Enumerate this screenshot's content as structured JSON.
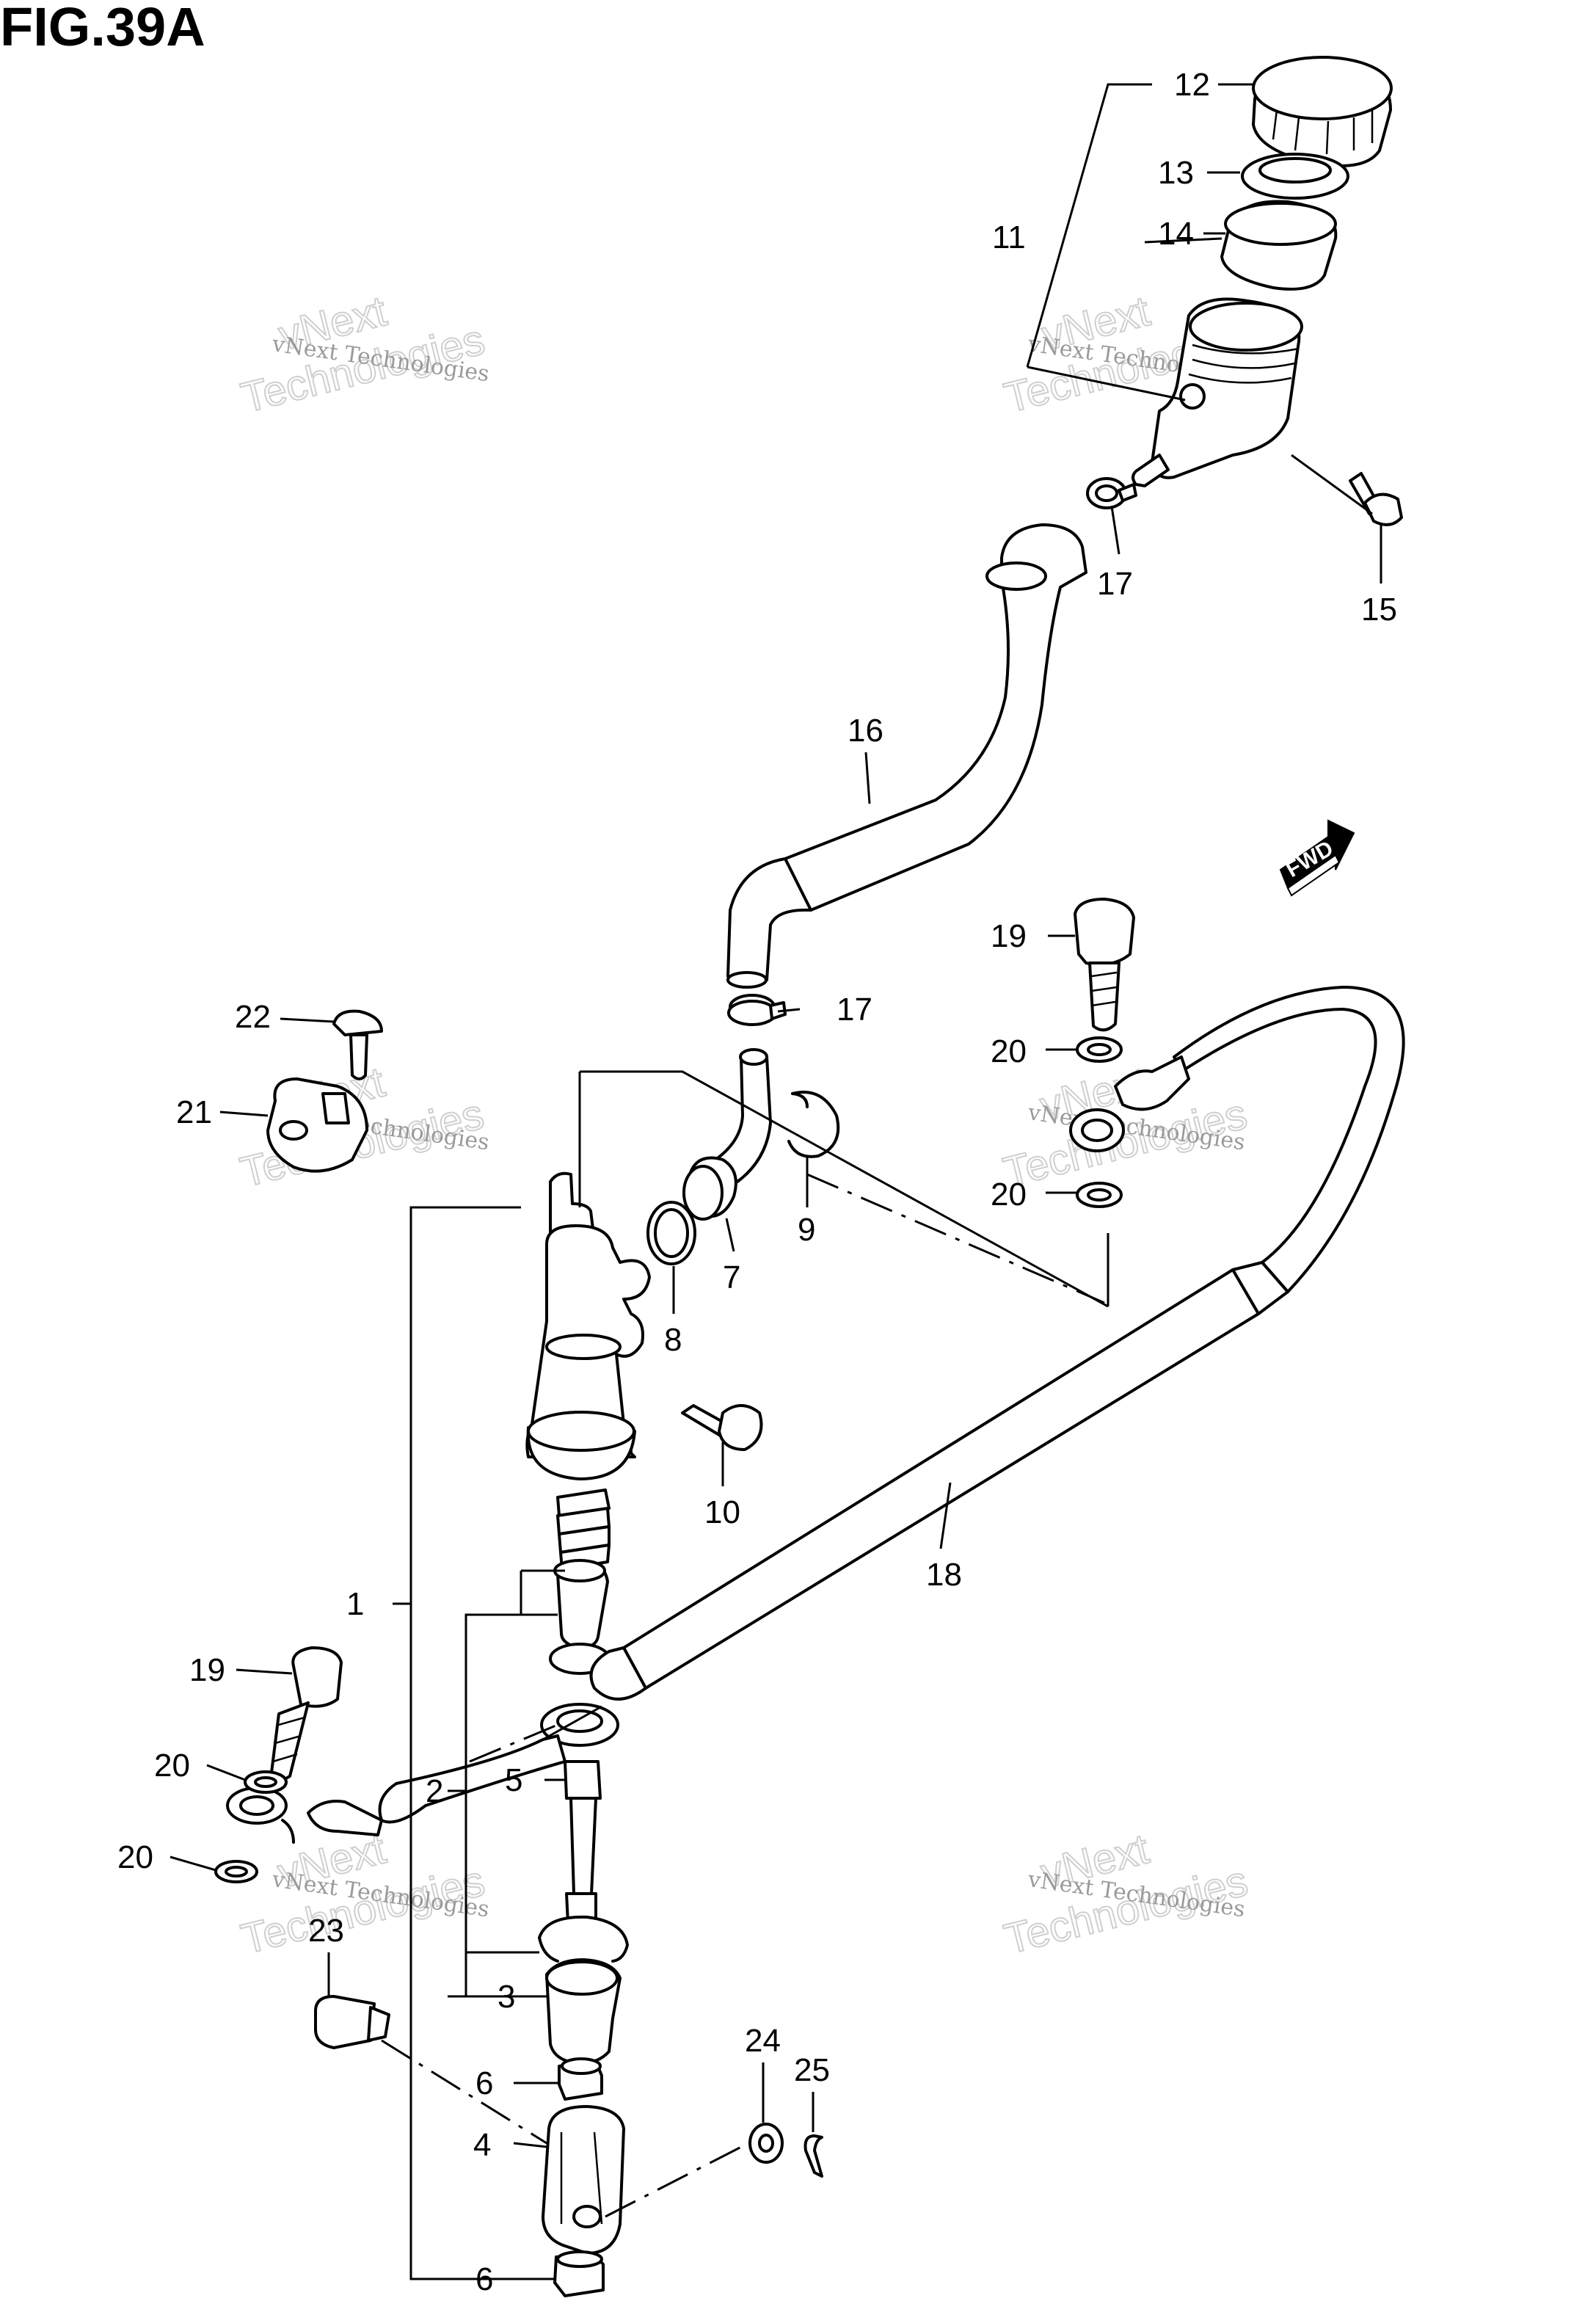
{
  "figure": {
    "title": "FIG.39A",
    "direction_badge": "FWD"
  },
  "watermark": {
    "line1": "vNext Technologies",
    "line2": "vNext",
    "line3": "Technologies"
  },
  "callouts": {
    "p1": "1",
    "p2": "2",
    "p3": "3",
    "p4": "4",
    "p5": "5",
    "p6a": "6",
    "p6b": "6",
    "p7": "7",
    "p8": "8",
    "p9": "9",
    "p10": "10",
    "p11": "11",
    "p12": "12",
    "p13": "13",
    "p14": "14",
    "p15": "15",
    "p16": "16",
    "p17a": "17",
    "p17b": "17",
    "p18": "18",
    "p19a": "19",
    "p19b": "19",
    "p20a": "20",
    "p20b": "20",
    "p20c": "20",
    "p20d": "20",
    "p21": "21",
    "p22": "22",
    "p23": "23",
    "p24": "24",
    "p25": "25"
  }
}
